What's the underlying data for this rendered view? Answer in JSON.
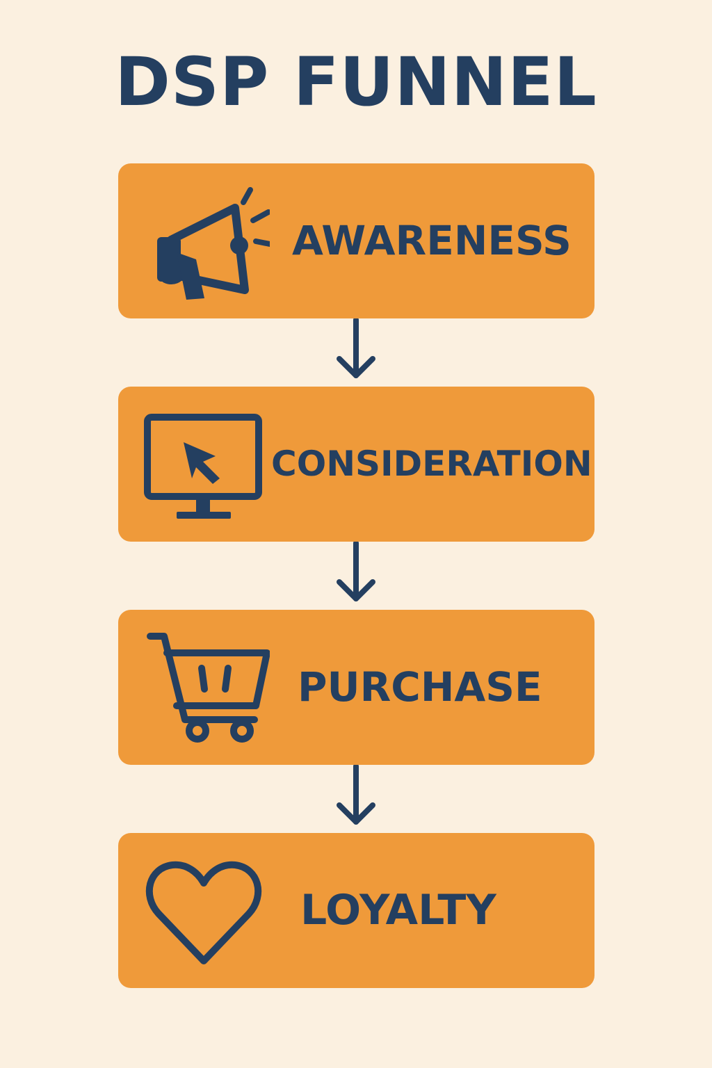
{
  "title": "DSP FUNNEL",
  "colors": {
    "background": "#fbf0e0",
    "stage_fill": "#ef9a3a",
    "ink": "#243f60"
  },
  "stages": [
    {
      "label": "AWARENESS",
      "icon": "megaphone-icon"
    },
    {
      "label": "CONSIDERATION",
      "icon": "monitor-cursor-icon"
    },
    {
      "label": "PURCHASE",
      "icon": "shopping-cart-icon"
    },
    {
      "label": "LOYALTY",
      "icon": "heart-icon"
    }
  ]
}
